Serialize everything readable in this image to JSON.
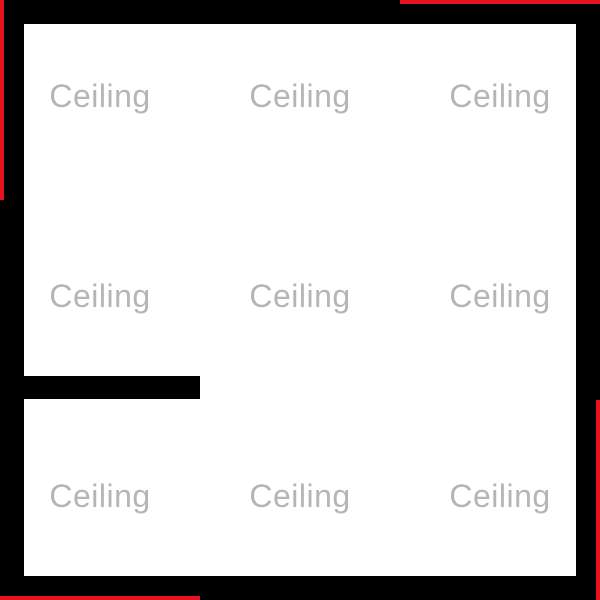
{
  "map": {
    "tile_label": "Ceiling",
    "rows": [
      [
        "Ceiling",
        "Ceiling",
        "Ceiling"
      ],
      [
        "Ceiling",
        "Ceiling",
        "Ceiling"
      ],
      [
        "Ceiling",
        "Ceiling",
        "Ceiling"
      ]
    ],
    "colors": {
      "background": "#ffffff",
      "wall": "#000000",
      "edge_marker": "#e8121f",
      "label_text": "#b5b5b5"
    }
  }
}
